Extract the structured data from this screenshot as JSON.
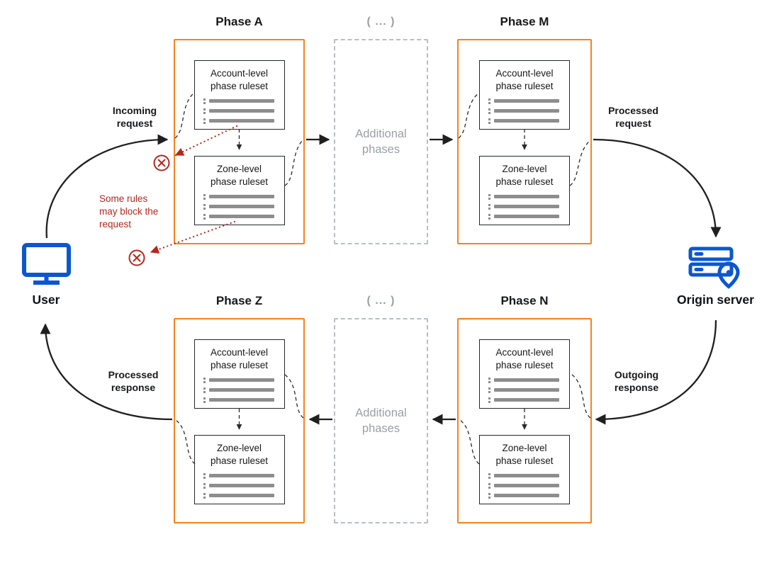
{
  "colors": {
    "accent_orange": "#f6821f",
    "brand_blue": "#0a57d0",
    "alert_red": "#b5271d",
    "muted_gray": "#9aa0a6",
    "bar_gray": "#8d8d8d",
    "ink": "#1f1f1f"
  },
  "phases": [
    {
      "title": "Phase A"
    },
    {
      "title": "Phase M"
    },
    {
      "title": "Phase Z"
    },
    {
      "title": "Phase N"
    }
  ],
  "ruleset_labels": {
    "account": "Account-level phase ruleset",
    "zone": "Zone-level phase ruleset"
  },
  "additional_phases": {
    "header": "( ... )",
    "label": "Additional phases"
  },
  "endpoints": {
    "user": "User",
    "origin": "Origin server"
  },
  "flow_labels": {
    "incoming_request": "Incoming request",
    "processed_request": "Processed request",
    "outgoing_response": "Outgoing response",
    "processed_response": "Processed response"
  },
  "block_note": "Some rules may block the request"
}
